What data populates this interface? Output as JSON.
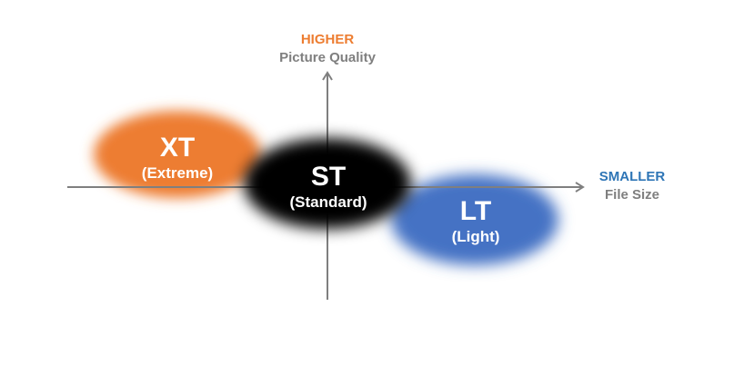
{
  "colors": {
    "xt": "#ed7d31",
    "st": "#000000",
    "lt": "#4472c4",
    "axis": "#7f7f7f",
    "higher": "#ed7d31",
    "smaller": "#2e75b6",
    "text_gray": "#7f7f7f"
  },
  "y_axis": {
    "emphasis": "HIGHER",
    "label": "Picture Quality"
  },
  "x_axis": {
    "emphasis": "SMALLER",
    "label": "File Size"
  },
  "modes": [
    {
      "code": "XT",
      "name": "(Extreme)"
    },
    {
      "code": "ST",
      "name": "(Standard)"
    },
    {
      "code": "LT",
      "name": "(Light)"
    }
  ]
}
